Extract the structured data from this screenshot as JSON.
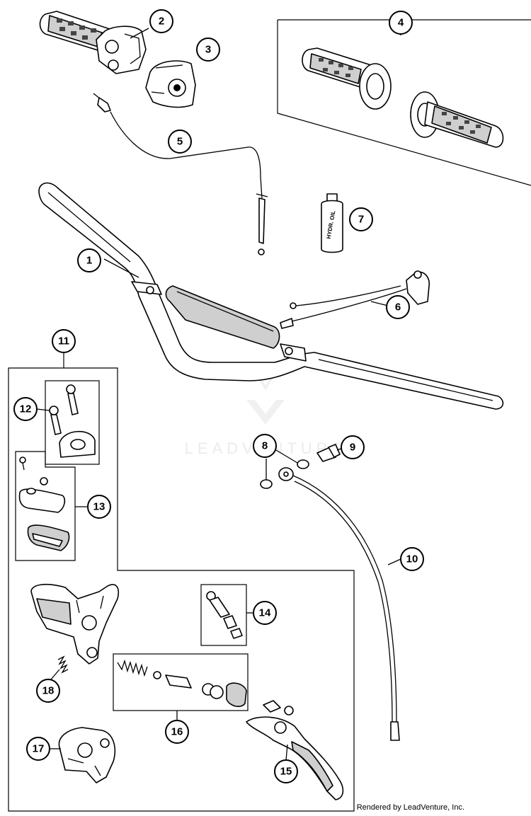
{
  "callouts": [
    {
      "id": "1",
      "label": "1"
    },
    {
      "id": "2",
      "label": "2"
    },
    {
      "id": "3",
      "label": "3"
    },
    {
      "id": "4",
      "label": "4"
    },
    {
      "id": "5",
      "label": "5"
    },
    {
      "id": "6",
      "label": "6"
    },
    {
      "id": "7",
      "label": "7"
    },
    {
      "id": "8",
      "label": "8"
    },
    {
      "id": "9",
      "label": "9"
    },
    {
      "id": "10",
      "label": "10"
    },
    {
      "id": "11",
      "label": "11"
    },
    {
      "id": "12",
      "label": "12"
    },
    {
      "id": "13",
      "label": "13"
    },
    {
      "id": "14",
      "label": "14"
    },
    {
      "id": "15",
      "label": "15"
    },
    {
      "id": "16",
      "label": "16"
    },
    {
      "id": "17",
      "label": "17"
    },
    {
      "id": "18",
      "label": "18"
    }
  ],
  "bottle_label": "HYDR. OIL",
  "watermark": "LEADVENTURE",
  "footer": "Rendered by LeadVenture, Inc."
}
